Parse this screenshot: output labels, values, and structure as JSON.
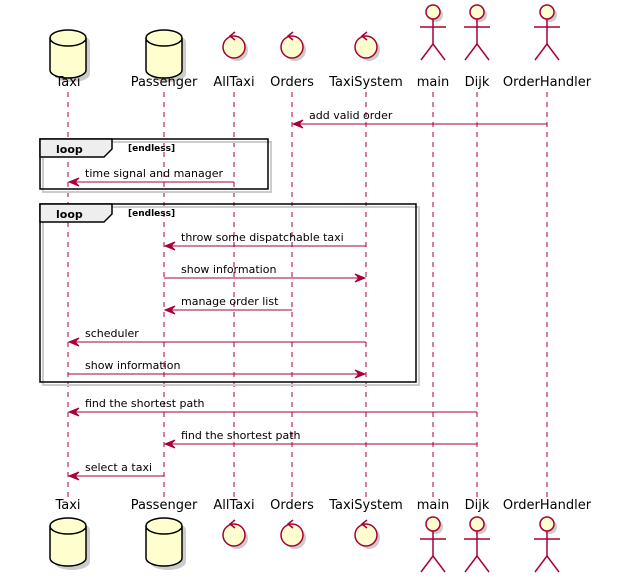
{
  "diagram": {
    "type": "sequence",
    "colors": {
      "participant_fill": "#FEFECE",
      "participant_stroke": "#A80036",
      "arrow": "#A80036",
      "lifeline": "#A80036",
      "frame": "#000000",
      "frame_tab": "#EEEEEE",
      "shadow": "#CCCCCC"
    },
    "participants": [
      {
        "id": "taxi",
        "name": "Taxi",
        "kind": "database"
      },
      {
        "id": "passenger",
        "name": "Passenger",
        "kind": "database"
      },
      {
        "id": "alltaxi",
        "name": "AllTaxi",
        "kind": "control"
      },
      {
        "id": "orders",
        "name": "Orders",
        "kind": "control"
      },
      {
        "id": "taxisystem",
        "name": "TaxiSystem",
        "kind": "control"
      },
      {
        "id": "main",
        "name": "main",
        "kind": "actor"
      },
      {
        "id": "dijk",
        "name": "Dijk",
        "kind": "actor"
      },
      {
        "id": "orderhandler",
        "name": "OrderHandler",
        "kind": "actor"
      }
    ],
    "messages": [
      {
        "from": "orderhandler",
        "to": "orders",
        "text": "add valid order"
      },
      {
        "from": "alltaxi",
        "to": "taxi",
        "text": "time signal and manager"
      },
      {
        "from": "taxisystem",
        "to": "passenger",
        "text": "throw some dispatchable taxi"
      },
      {
        "from": "passenger",
        "to": "taxisystem",
        "text": "show information"
      },
      {
        "from": "orders",
        "to": "passenger",
        "text": "manage order list"
      },
      {
        "from": "taxisystem",
        "to": "taxi",
        "text": "scheduler"
      },
      {
        "from": "taxi",
        "to": "taxisystem",
        "text": "show information"
      },
      {
        "from": "dijk",
        "to": "taxi",
        "text": "find the shortest path"
      },
      {
        "from": "dijk",
        "to": "passenger",
        "text": "find the shortest path"
      },
      {
        "from": "passenger",
        "to": "taxi",
        "text": "select a taxi"
      }
    ],
    "fragments": [
      {
        "keyword": "loop",
        "guard": "[endless]",
        "first_message": 1,
        "last_message": 1
      },
      {
        "keyword": "loop",
        "guard": "[endless]",
        "first_message": 2,
        "last_message": 6
      }
    ]
  }
}
